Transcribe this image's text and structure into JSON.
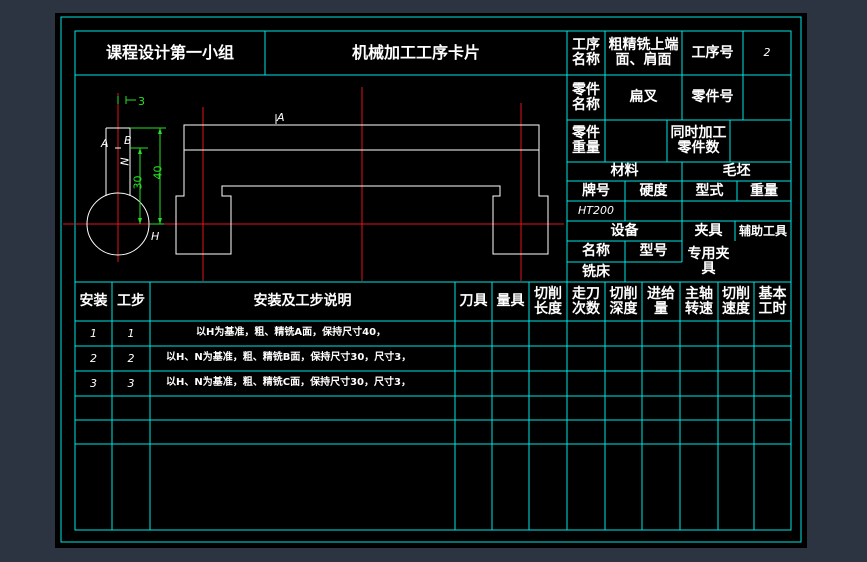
{
  "header": {
    "group": "课程设计第一小组",
    "card_title": "机械加工工序卡片",
    "process_name_label": "工序名称",
    "process_name_value": "粗精铣上端面、肩面",
    "process_no_label": "工序号",
    "process_no_value": "2",
    "part_name_label": "零件名称",
    "part_name_value": "扁叉",
    "part_no_label": "零件号",
    "part_weight_label": "零件重量",
    "simul_label": "同时加工零件数"
  },
  "material": {
    "title": "材料",
    "blank_title": "毛坯",
    "grade_label": "牌号",
    "hardness_label": "硬度",
    "type_label": "型式",
    "weight_label": "重量",
    "grade_value": "HT200"
  },
  "equipment": {
    "title": "设备",
    "fixture_title": "夹具",
    "aux_title": "辅助工具",
    "name_label": "名称",
    "model_label": "型号",
    "name_value": "铣床",
    "fixture_value": "专用夹具"
  },
  "drawing": {
    "dim_3": "3",
    "dim_30": "30",
    "dim_40": "40",
    "label_A_top": "A",
    "label_A_side": "A",
    "label_B": "B",
    "label_N": "N",
    "label_H": "H"
  },
  "table": {
    "headers": [
      "安装",
      "工步",
      "安装及工步说明",
      "刀具",
      "量具",
      "切削长度",
      "走刀次数",
      "切削深度",
      "进给量",
      "主轴转速",
      "切削速度",
      "基本工时"
    ],
    "rows": [
      {
        "install": "1",
        "step": "1",
        "desc": "以H为基准，粗、精铣A面，保持尺寸40，"
      },
      {
        "install": "2",
        "step": "2",
        "desc": "以H、N为基准，粗、精铣B面，保持尺寸30，尺寸3，"
      },
      {
        "install": "3",
        "step": "3",
        "desc": "以H、N为基准，粗、精铣C面，保持尺寸30，尺寸3，"
      }
    ]
  },
  "colors": {
    "background": "#2b3440",
    "sheet": "#000000",
    "grid": "#00e5e5",
    "outline": "#ffffff",
    "center_line": "#e0141e",
    "dimension": "#26e026",
    "text": "#ffffff"
  }
}
